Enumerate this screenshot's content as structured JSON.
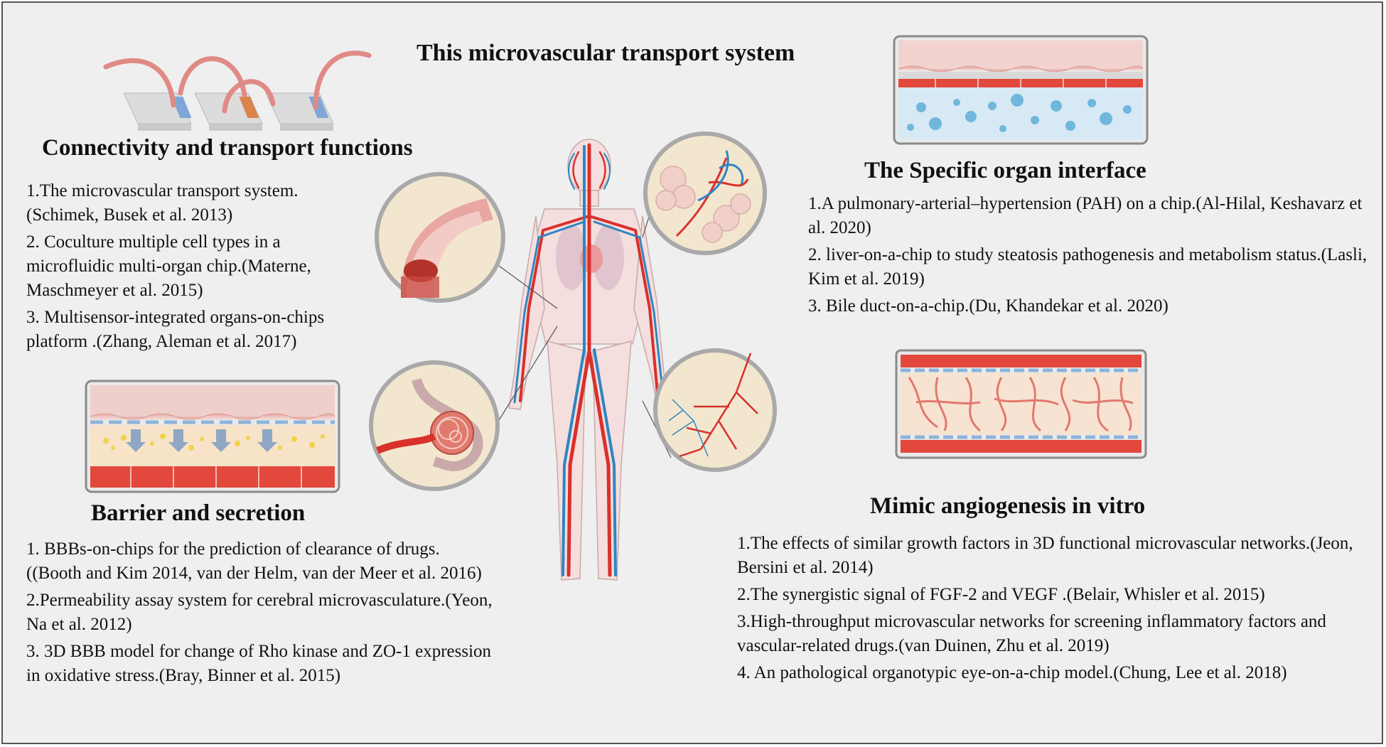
{
  "title": "This microvascular transport system",
  "sections": {
    "connectivity": {
      "heading": "Connectivity and transport functions",
      "items": [
        "1.The microvascular transport system.(Schimek, Busek et al. 2013)",
        "2. Coculture multiple cell types in a microfluidic multi-organ chip.(Materne, Maschmeyer et al. 2015)",
        "3. Multisensor-integrated organs-on-chips platform .(Zhang, Aleman et al. 2017)"
      ]
    },
    "barrier": {
      "heading": "Barrier and secretion",
      "items": [
        "1. BBBs-on-chips for the prediction of clearance of drugs. ((Booth and Kim 2014, van der Helm, van der Meer et al. 2016)",
        "2.Permeability assay system for cerebral microvasculature.(Yeon, Na et al. 2012)",
        "3. 3D BBB model for change of Rho kinase and ZO-1 expression in oxidative stress.(Bray, Binner et al. 2015)"
      ]
    },
    "organ": {
      "heading": "The Specific organ interface",
      "items": [
        "1.A pulmonary-arterial–hypertension (PAH) on a chip.(Al-Hilal, Keshavarz et al. 2020)",
        "2. liver-on-a-chip to study steatosis pathogenesis and metabolism status.(Lasli, Kim et al. 2019)",
        "3. Bile duct-on-a-chip.(Du, Khandekar et al. 2020)"
      ]
    },
    "angiogenesis": {
      "heading": "Mimic angiogenesis in vitro",
      "items": [
        "1.The effects of similar growth factors in 3D functional microvascular networks.(Jeon, Bersini et al. 2014)",
        "2.The synergistic signal of FGF-2 and VEGF .(Belair, Whisler et al. 2015)",
        "3.High-throughput microvascular networks for screening inflammatory factors and vascular-related drugs.(van Duinen, Zhu et al. 2019)",
        "4. An pathological organotypic eye-on-a-chip model.(Chung, Lee et al. 2018)"
      ]
    }
  },
  "colors": {
    "background": "#efefef",
    "artery": "#d9302c",
    "vein": "#2e86c1",
    "tissue": "#f2c9c4",
    "bubble": "#6fb7dd",
    "circle_fill": "#f3e6cf",
    "circle_stroke": "#a9a9a9"
  }
}
